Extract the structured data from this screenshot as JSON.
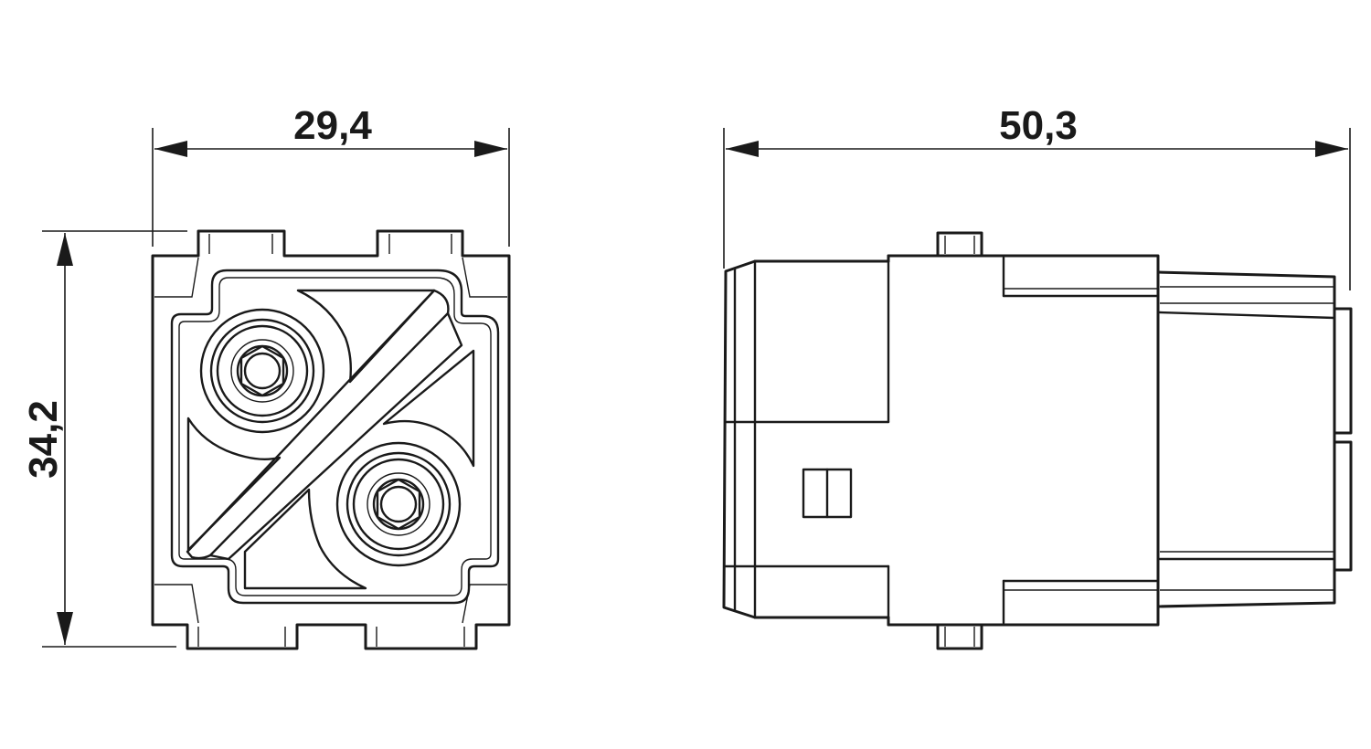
{
  "dimensions": {
    "front_width": "29,4",
    "front_height": "34,2",
    "side_length": "50,3"
  }
}
